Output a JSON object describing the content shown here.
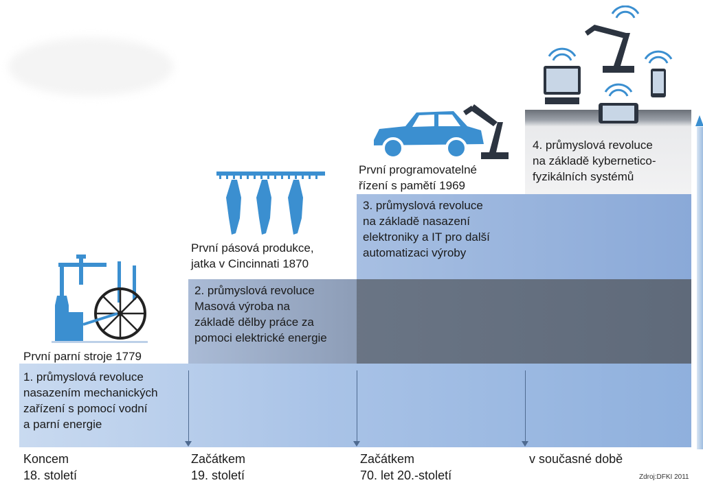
{
  "steps": [
    {
      "milestone": "První parní stroje 1779",
      "revolution": [
        "1. průmyslová revoluce",
        "nasazením mechanických",
        "zařízení s pomocí vodní",
        "a parní energie"
      ],
      "period": [
        "Koncem",
        "18. století"
      ],
      "icon": "steam-engine-icon"
    },
    {
      "milestone": [
        "První pásová produkce,",
        "jatka v Cincinnati 1870"
      ],
      "revolution": [
        "2. průmyslová revoluce",
        "Masová výroba na",
        "základě dělby práce za",
        "pomoci elektrické energie"
      ],
      "period": [
        "Začátkem",
        "19. století"
      ],
      "icon": "assembly-line-icon"
    },
    {
      "milestone": [
        "První programovatelné",
        "řízení s pamětí 1969"
      ],
      "revolution": [
        "3. průmyslová revoluce",
        "na základě nasazení",
        "elektroniky a IT pro další",
        "automatizaci výroby"
      ],
      "period": [
        "Začátkem",
        "70. let 20.-století"
      ],
      "icon": "car-robot-icon"
    },
    {
      "revolution": [
        "4. průmyslová revoluce",
        "na základě kybernetico-",
        "fyzikálních systémů"
      ],
      "period": [
        "v současné době"
      ],
      "icon": "connected-devices-icon"
    }
  ],
  "source": "Zdroj:DFKI 2011",
  "colors": {
    "icon_blue": "#3b8fd0",
    "icon_dark": "#2c3440",
    "band_light": "#a9c3e7",
    "band_dark": "#5f6a7a"
  }
}
